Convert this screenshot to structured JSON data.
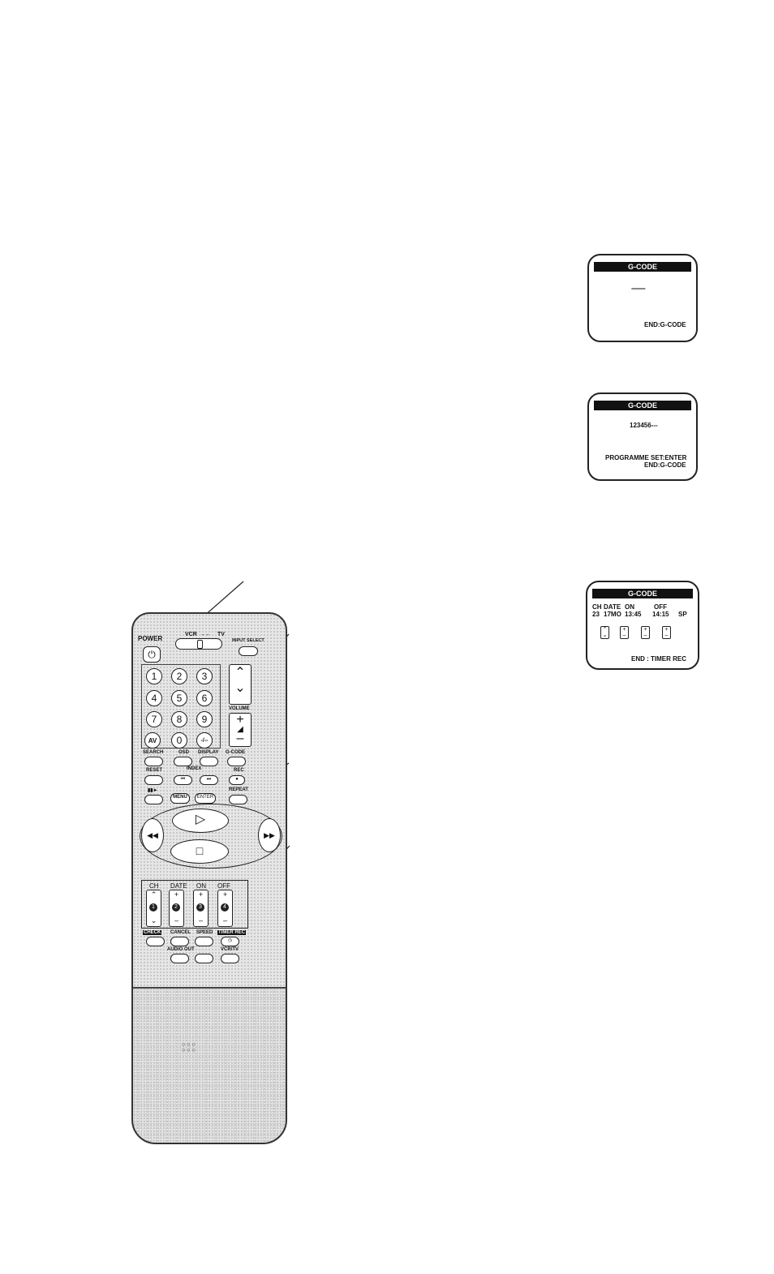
{
  "screen1": {
    "title": "G-CODE",
    "dashes": "----------",
    "footer": "END:G-CODE"
  },
  "screen2": {
    "title": "G-CODE",
    "code": "123456---",
    "line1": "PROGRAMME SET:ENTER",
    "line2": "END:G-CODE"
  },
  "screen3": {
    "title": "G-CODE",
    "headers": [
      "CH",
      "DATE",
      "ON",
      "OFF"
    ],
    "values": [
      "23",
      "17MO",
      "13:45",
      "14:15",
      "SP"
    ],
    "footer": "END : TIMER REC"
  },
  "remote": {
    "power": "POWER",
    "vcr_tv": "VCR",
    "tv": "TV",
    "input_select": "INPUT SELECT",
    "volume": "VOLUME",
    "numbers": [
      "1",
      "2",
      "3",
      "4",
      "5",
      "6",
      "7",
      "8",
      "9",
      "0"
    ],
    "av": "AV",
    "dash_slash": "-/--",
    "search": "SEARCH",
    "osd": "OSD",
    "display": "DISPLAY",
    "gcode": "G-CODE",
    "reset": "RESET",
    "index": "INDEX",
    "rec": "REC",
    "menu": "MENU",
    "enter": "ENTER",
    "repeat": "REPEAT",
    "ch": "CH",
    "date": "DATE",
    "on": "ON",
    "off": "OFF",
    "timer_digits": [
      "1",
      "2",
      "3",
      "4"
    ],
    "check": "CHECK",
    "cancel": "CANCEL",
    "speed": "SPEED",
    "timer_rec": "TIMER REC",
    "audio_out": "AUDIO OUT",
    "vcrtv": "VCR/TV"
  }
}
